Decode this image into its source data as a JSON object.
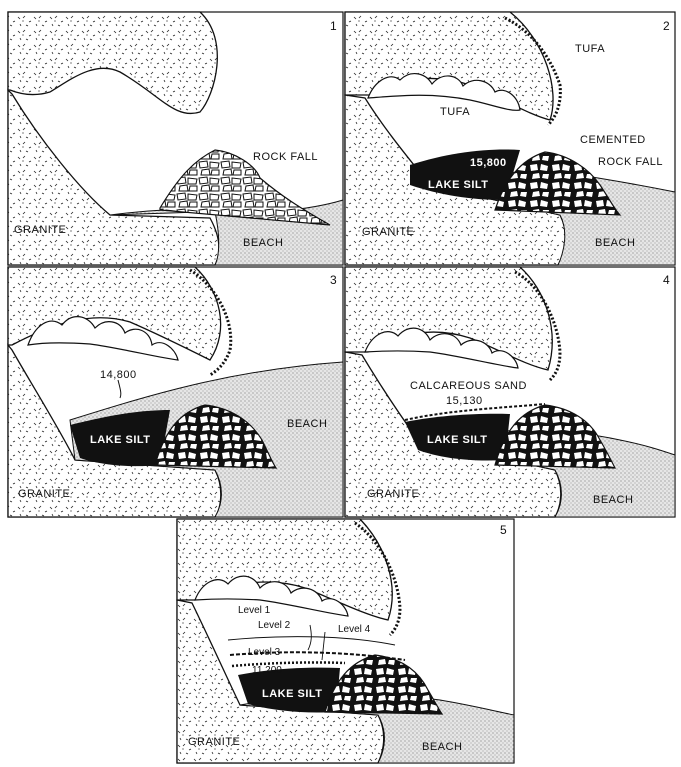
{
  "panels": [
    {
      "number": "1",
      "labels": {
        "rock_fall": "ROCK FALL",
        "granite": "GRANITE",
        "beach": "BEACH"
      }
    },
    {
      "number": "2",
      "labels": {
        "tufa_top": "TUFA",
        "tufa_inner": "TUFA",
        "cemented": "CEMENTED",
        "rock_fall": "ROCK FALL",
        "date": "15,800",
        "lake_silt": "LAKE SILT",
        "granite": "GRANITE",
        "beach": "BEACH"
      }
    },
    {
      "number": "3",
      "labels": {
        "date": "14,800",
        "beach": "BEACH",
        "lake_silt": "LAKE SILT",
        "granite": "GRANITE"
      }
    },
    {
      "number": "4",
      "labels": {
        "calcareous_sand": "CALCAREOUS SAND",
        "date": "15,130",
        "lake_silt": "LAKE SILT",
        "granite": "GRANITE",
        "beach": "BEACH"
      }
    },
    {
      "number": "5",
      "labels": {
        "level1": "Level 1",
        "level2": "Level 2",
        "level3": "Level 3",
        "level4": "Level 4",
        "date": "11,200",
        "lake_silt": "LAKE SILT",
        "granite": "GRANITE",
        "beach": "BEACH"
      }
    }
  ]
}
